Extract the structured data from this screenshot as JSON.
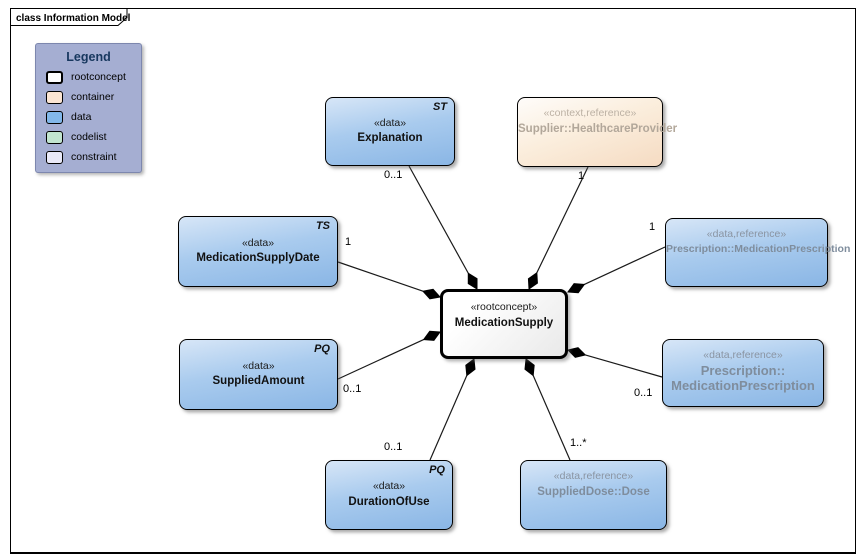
{
  "frame": {
    "tab_label": "class Information Model"
  },
  "legend": {
    "title": "Legend",
    "items": [
      {
        "label": "rootconcept",
        "color": "#ffffff"
      },
      {
        "label": "container",
        "color": "#fbe5d3"
      },
      {
        "label": "data",
        "color": "#83b8ea"
      },
      {
        "label": "codelist",
        "color": "#c2e5d0"
      },
      {
        "label": "constraint",
        "color": "#e9e9f8"
      }
    ]
  },
  "nodes": {
    "center": {
      "stereotype": "«rootconcept»",
      "name": "MedicationSupply"
    },
    "explanation": {
      "stereotype": "«data»",
      "name": "Explanation",
      "type_code": "ST"
    },
    "supplier": {
      "stereotype": "«context,reference»",
      "name": "Supplier::HealthcareProvider"
    },
    "medication_supply_date": {
      "stereotype": "«data»",
      "name": "MedicationSupplyDate",
      "type_code": "TS"
    },
    "prescription_top": {
      "stereotype": "«data,reference»",
      "name": "Prescription::MedicationPrescription"
    },
    "supplied_amount": {
      "stereotype": "«data»",
      "name": "SuppliedAmount",
      "type_code": "PQ"
    },
    "prescription_bottom": {
      "stereotype": "«data,reference»",
      "name_line1": "Prescription::",
      "name_line2": "MedicationPrescription"
    },
    "duration_of_use": {
      "stereotype": "«data»",
      "name": "DurationOfUse",
      "type_code": "PQ"
    },
    "supplied_dose": {
      "stereotype": "«data,reference»",
      "name": "SuppliedDose::Dose"
    }
  },
  "multiplicities": {
    "explanation": "0..1",
    "supplier": "1",
    "medication_supply_date": "1",
    "prescription_top": "1",
    "supplied_amount": "0..1",
    "prescription_bottom": "0..1",
    "duration_of_use": "0..1",
    "supplied_dose": "1..*"
  },
  "colors": {
    "data_fill_top": "#d7e6f7",
    "data_fill_bottom": "#8ab6e5",
    "container_fill": "#f5dbc2",
    "legend_background": "#a5aed2",
    "legend_title_text": "#17375e",
    "reference_text_gray": "#7f8d9d",
    "container_text_gray": "#b2a79a",
    "connector_line": "#1a1a1a"
  }
}
